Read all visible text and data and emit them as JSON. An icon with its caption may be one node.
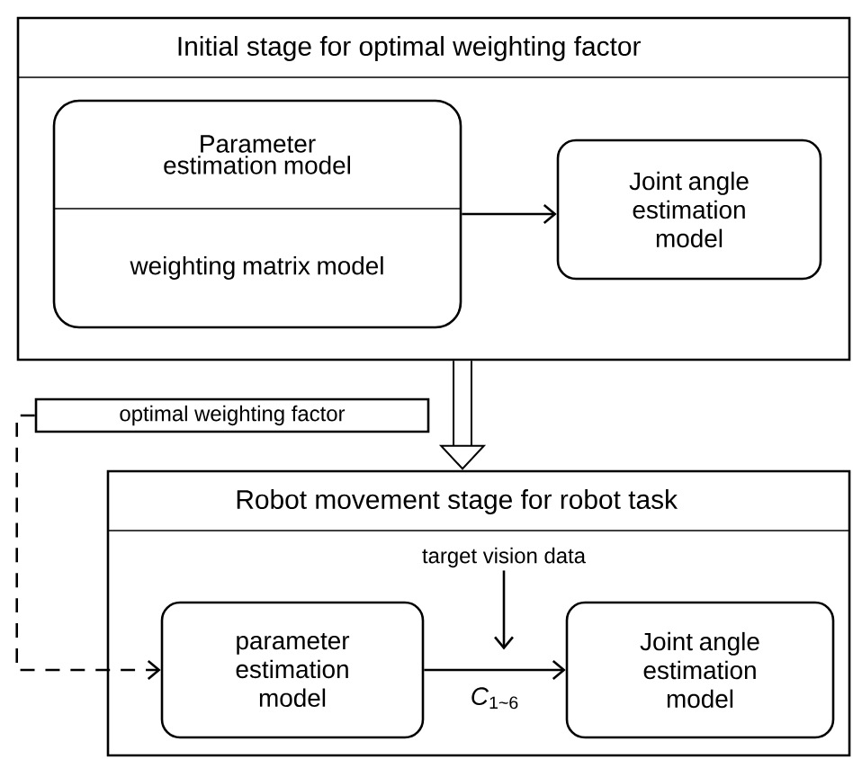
{
  "diagram": {
    "nodes": [
      {
        "text": [
          "Initial stage for optimal weighting factor"
        ]
      },
      {
        "text": [
          "Parameter estimation model",
          "weighting matrix model"
        ],
        "in": 0
      },
      {
        "text": [
          "Joint angle estimation model"
        ],
        "in": 0
      },
      {
        "text": [
          "optimal weighting factor"
        ]
      },
      {
        "text": [
          "Robot movement stage for robot task"
        ]
      },
      {
        "text": [
          "target vision data"
        ],
        "in": 4
      },
      {
        "text": [
          "parameter estimation model"
        ],
        "in": 4
      },
      {
        "text": [
          "Joint angle estimation model"
        ],
        "in": 4
      }
    ],
    "edges": [
      {
        "from": 1,
        "to": 2,
        "arrow": "to"
      },
      {
        "from": 0,
        "to": 4,
        "arrow": "to",
        "style": "thick"
      },
      {
        "from": 3,
        "to": 6,
        "arrow": "to",
        "style": "dashed"
      },
      {
        "from": 6,
        "to": 7,
        "arrow": "to",
        "label": "*C*$_{1~6}$"
      },
      {
        "from": 5,
        "to": null,
        "arrow": "to"
      }
    ]
  }
}
